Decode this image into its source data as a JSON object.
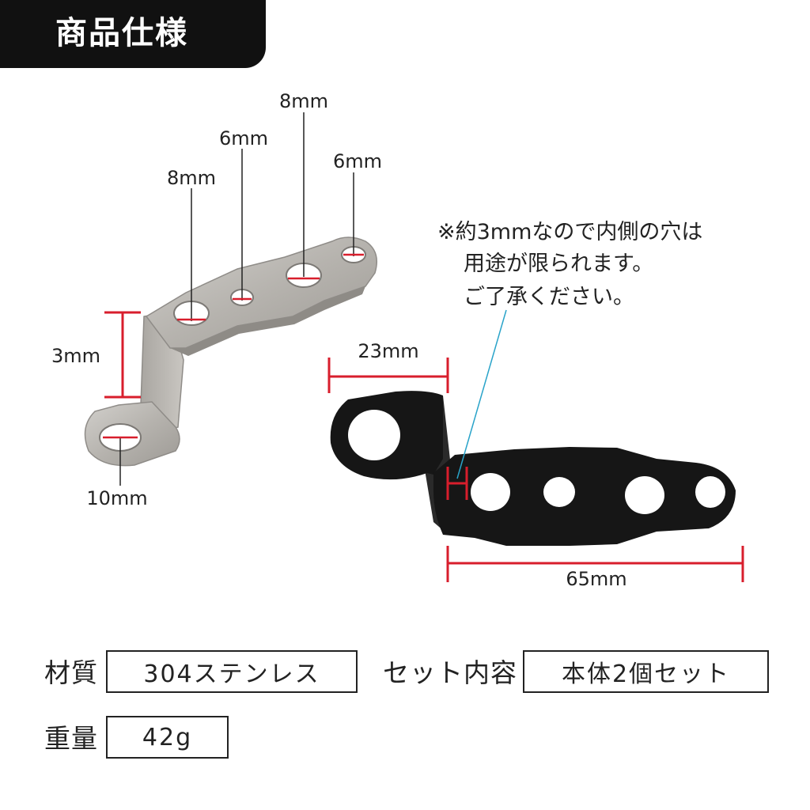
{
  "header": {
    "title": "商品仕様"
  },
  "diagram": {
    "silver_part": {
      "hole_labels": [
        "8mm",
        "6mm",
        "8mm",
        "6mm"
      ],
      "height_label": "3mm",
      "bottom_hole_label": "10mm"
    },
    "black_part": {
      "width_label_top": "23mm",
      "length_label": "65mm",
      "note_lines": [
        "※約3mmなので内側の穴は",
        "用途が限られます。",
        "ご了承ください。"
      ]
    },
    "colors": {
      "dimension_line": "#d81e2c",
      "pointer_line": "#29a3c9",
      "steel": "#b5b2ad",
      "black_bracket": "#161616"
    }
  },
  "specs": {
    "material_label": "材質",
    "material_value": "304ステンレス",
    "set_label": "セット内容",
    "set_value": "本体2個セット",
    "weight_label": "重量",
    "weight_value": "42g"
  }
}
